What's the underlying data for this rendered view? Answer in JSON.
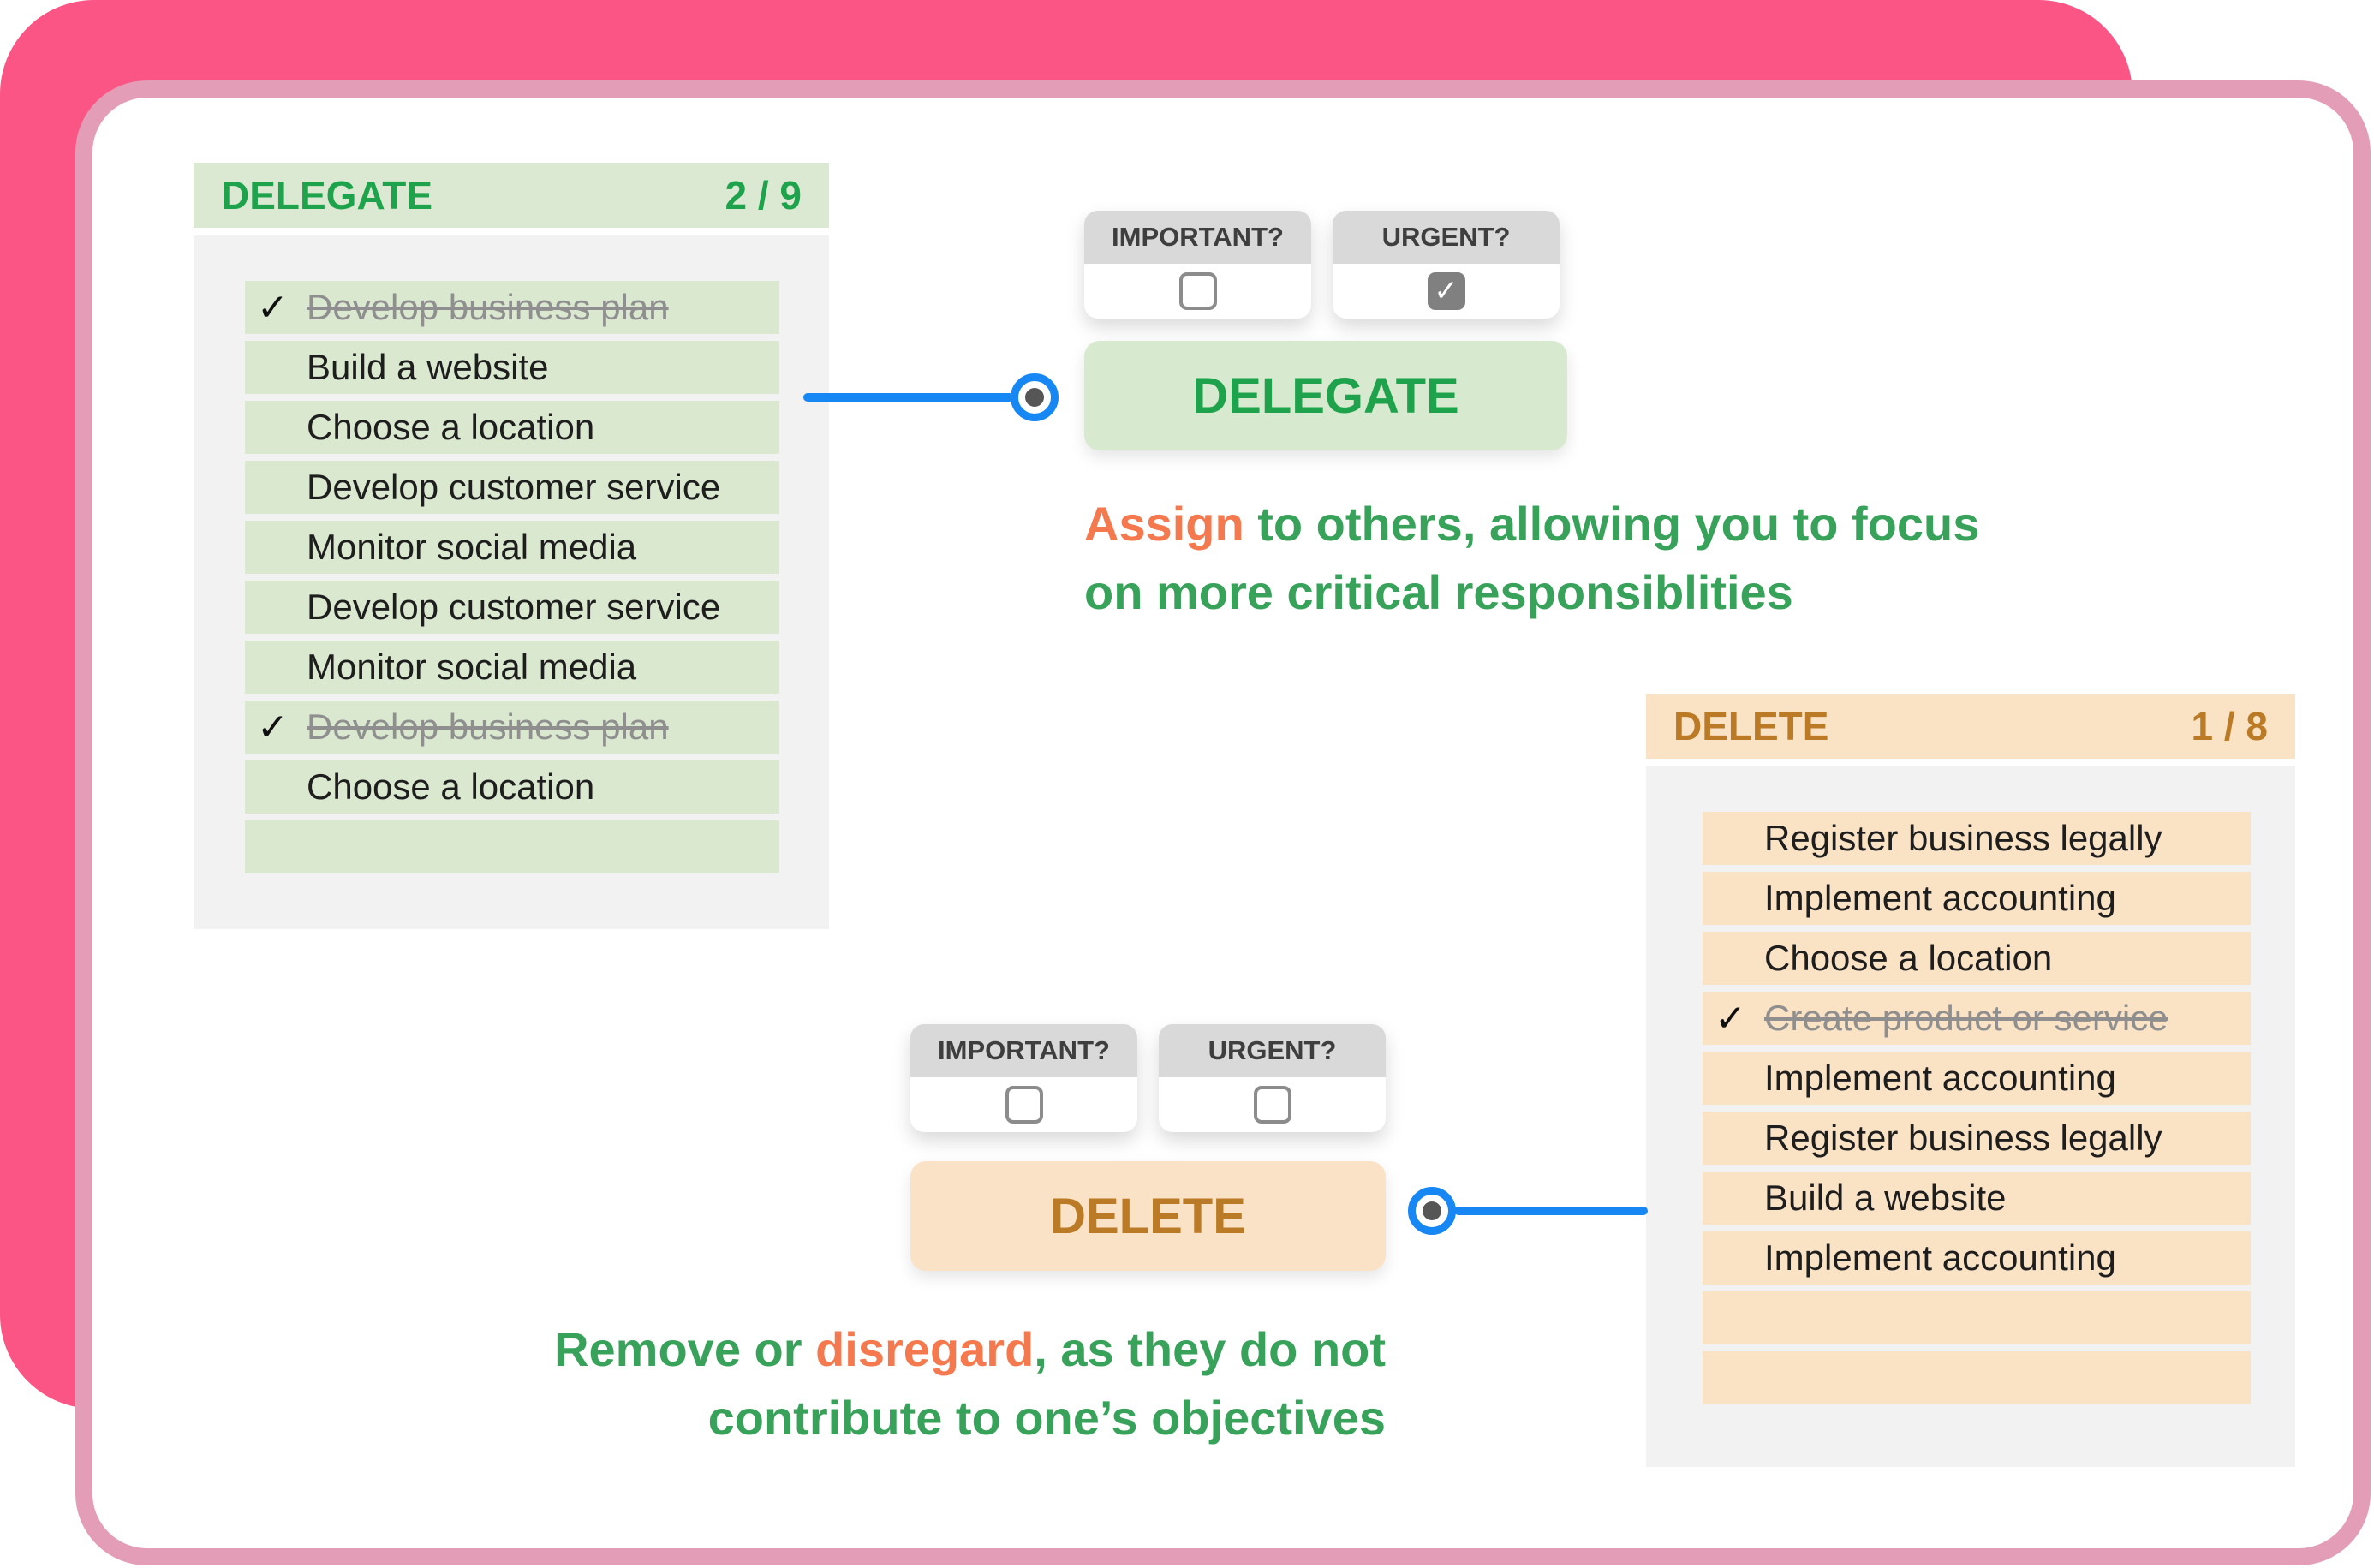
{
  "colors": {
    "background_pink": "#FA5585",
    "card_border_pink": "#E49DB6",
    "panel_gray": "#F2F2F2",
    "green_fill": "#DBE9D2",
    "green_row": "#D9E8CF",
    "green_text": "#1FA24C",
    "peach_fill": "#FAE2C5",
    "peach_text": "#BA7A26",
    "blue_connector": "#1787F4",
    "orange_accent": "#F5794E",
    "green_description": "#38A25B"
  },
  "delegate_panel": {
    "title": "DELEGATE",
    "counter": "2 / 9",
    "items": [
      {
        "text": "Develop business plan",
        "checked": true,
        "struck": true
      },
      {
        "text": "Build a website"
      },
      {
        "text": "Choose a location"
      },
      {
        "text": "Develop customer service"
      },
      {
        "text": "Monitor social media"
      },
      {
        "text": "Develop customer service"
      },
      {
        "text": "Monitor social media"
      },
      {
        "text": "Develop business plan",
        "checked": true,
        "struck": true
      },
      {
        "text": "Choose a location"
      },
      {
        "text": ""
      }
    ]
  },
  "delete_panel": {
    "title": "DELETE",
    "counter": "1 / 8",
    "items": [
      {
        "text": "Register business legally"
      },
      {
        "text": "Implement accounting"
      },
      {
        "text": "Choose a location"
      },
      {
        "text": "Create product or service",
        "checked": true,
        "struck": true
      },
      {
        "text": "Implement accounting"
      },
      {
        "text": "Register business legally"
      },
      {
        "text": "Build a website"
      },
      {
        "text": "Implement accounting"
      },
      {
        "text": ""
      },
      {
        "text": ""
      }
    ]
  },
  "delegate_flow": {
    "important_label": "IMPORTANT?",
    "urgent_label": "URGENT?",
    "important_checked": false,
    "urgent_checked": true,
    "button_label": "DELEGATE",
    "description_lines": [
      [
        {
          "text": "Assign",
          "color": "orange"
        },
        {
          "text": " to others, allowing you to focus",
          "color": "green"
        }
      ],
      [
        {
          "text": "on more critical responsiblities",
          "color": "green"
        }
      ]
    ]
  },
  "delete_flow": {
    "important_label": "IMPORTANT?",
    "urgent_label": "URGENT?",
    "important_checked": false,
    "urgent_checked": false,
    "button_label": "DELETE",
    "description_lines": [
      [
        {
          "text": "Remove or ",
          "color": "green"
        },
        {
          "text": "disregard",
          "color": "orange"
        },
        {
          "text": ", as they do not",
          "color": "green"
        }
      ],
      [
        {
          "text": "contribute to one’s objectives",
          "color": "green"
        }
      ]
    ]
  }
}
